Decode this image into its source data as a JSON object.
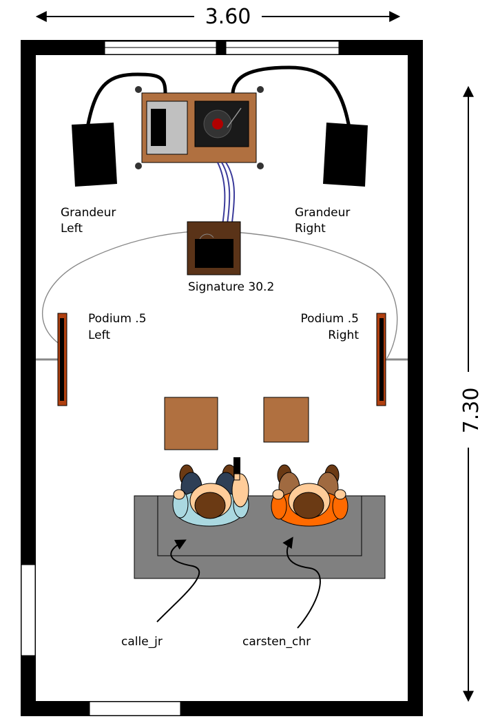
{
  "dimensions": {
    "width_label": "3.60",
    "height_label": "7.30"
  },
  "labels": {
    "grandeur_left": [
      "Grandeur",
      "Left"
    ],
    "grandeur_right": [
      "Grandeur",
      "Right"
    ],
    "signature": "Signature 30.2",
    "podium_left": [
      "Podium .5",
      "Left"
    ],
    "podium_right": [
      "Podium .5",
      "Right"
    ],
    "listener_1": "calle_jr",
    "listener_2": "carsten_chr"
  },
  "colors": {
    "wall": "#000000",
    "wood": "#b07040",
    "dark_wood": "#5a3318",
    "sofa": "#808080",
    "shirt_blue": "#aad8e0",
    "shirt_orange": "#ff6a00",
    "hair": "#6b3a14",
    "skin": "#ffcc99",
    "cable_blue": "#3a3a9a"
  }
}
